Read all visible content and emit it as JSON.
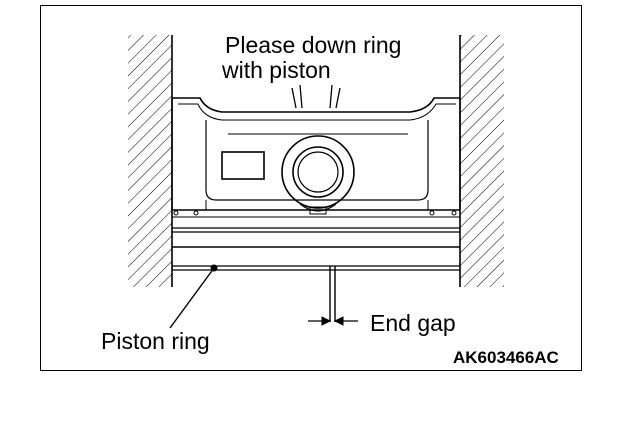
{
  "figure": {
    "instruction_line1": "Please down ring",
    "instruction_line2": "with piston",
    "piston_ring_label": "Piston ring",
    "end_gap_label": "End gap",
    "figure_code": "AK603466AC"
  },
  "colors": {
    "line": "#000000",
    "background": "#ffffff",
    "hatch": "#000000"
  }
}
